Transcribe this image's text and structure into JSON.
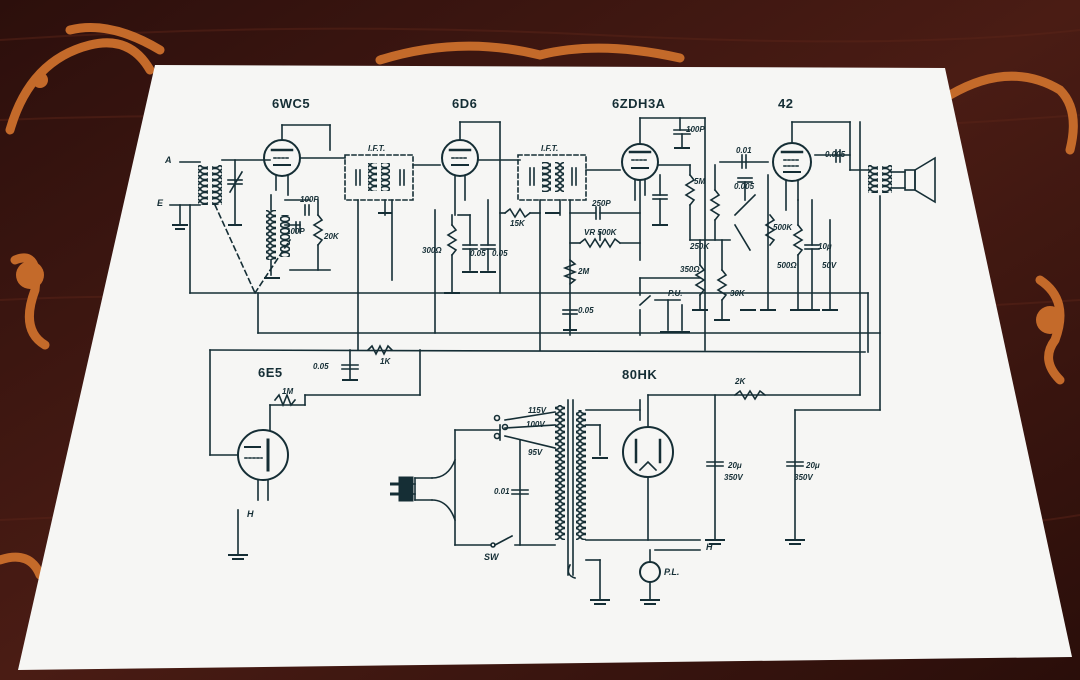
{
  "colors": {
    "ink": "#152e35",
    "paper": "#f6f6f4",
    "wood": "#3a1510",
    "inlay": "#c46a2a"
  },
  "tubes": {
    "t1": "6WC5",
    "t2": "6D6",
    "t3": "6ZDH3A",
    "t4": "42",
    "t5": "6E5",
    "t6": "80HK"
  },
  "labels": {
    "antenna": "A",
    "earth": "E",
    "ift1": "I.F.T.",
    "ift2": "I.F.T.",
    "r_20k": "20K",
    "c_100p_a": "100P",
    "c_100p_b": "100P",
    "r_300": "300Ω",
    "c_005_a": "0.05",
    "c_005_b": "0.05",
    "r_15k": "15K",
    "c_250p": "250P",
    "vr_500k": "VR 500K",
    "r_2m": "2M",
    "c_005_c": "0.05",
    "c_100p_c": "100P",
    "c_001": "0.01",
    "c_0005_a": "0.005",
    "r_5m": "5M",
    "r_250k": "250K",
    "r_350": "350Ω",
    "r_30k": "30K",
    "pu": "P.U.",
    "r_500k": "500K",
    "r_500": "500Ω",
    "c_10u": "10μ",
    "v_50": "50V",
    "c_0005_b": "0.005",
    "c_005_d": "0.05",
    "r_1k_a": "1K",
    "r_1m": "1M",
    "r_2k": "2K",
    "v_115": "115V",
    "v_100": "100V",
    "v_95": "95V",
    "c_001_b": "0.01",
    "sw": "SW",
    "h1": "H",
    "h2": "H",
    "pl": "P.L.",
    "c_20u_a": "20μ",
    "v_350_a": "350V",
    "c_20u_b": "20μ",
    "v_350_b": "350V"
  }
}
